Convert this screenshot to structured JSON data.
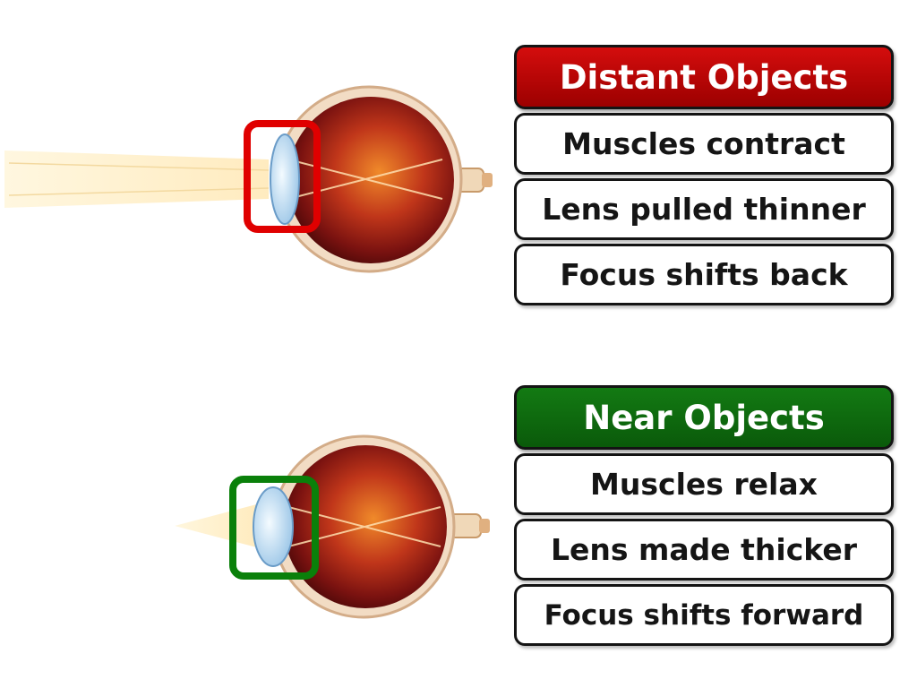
{
  "distant": {
    "title": "Distant Objects",
    "color": "#c00000",
    "frame_color": "#e00000",
    "steps": [
      "Muscles contract",
      "Lens pulled thinner",
      "Focus shifts back"
    ]
  },
  "near": {
    "title": "Near Objects",
    "color": "#0e6b0e",
    "frame_color": "#0a800a",
    "steps": [
      "Muscles relax",
      "Lens made thicker",
      "Focus shifts forward"
    ]
  }
}
